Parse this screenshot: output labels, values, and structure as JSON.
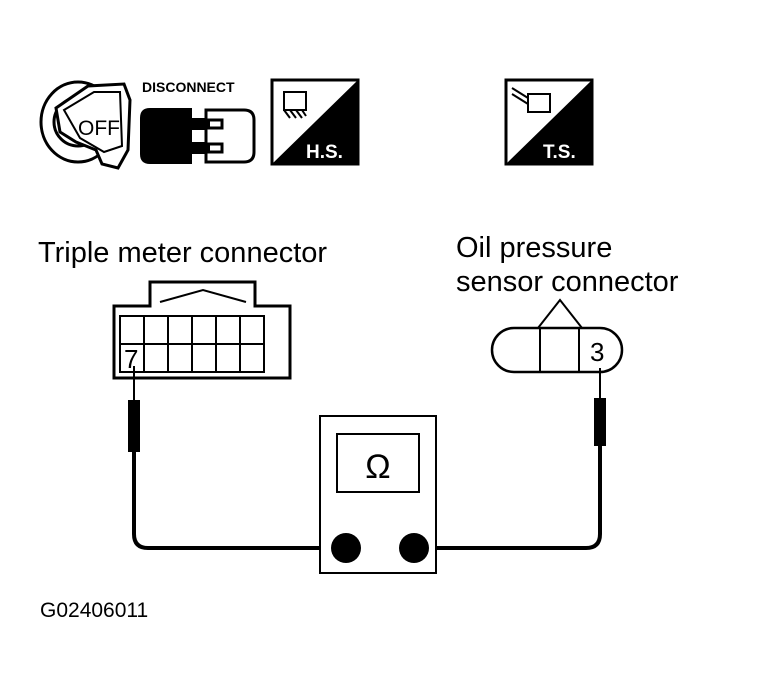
{
  "icons": {
    "ignition_label": "OFF",
    "disconnect_label": "DISCONNECT",
    "harness_side_label": "H.S.",
    "terminal_side_label": "T.S."
  },
  "triple_meter": {
    "title": "Triple meter connector",
    "pin_label": "7"
  },
  "oil_sensor": {
    "title_line1": "Oil pressure",
    "title_line2": "sensor connector",
    "pin_label": "3"
  },
  "ohmmeter": {
    "symbol": "Ω"
  },
  "figure_id": "G02406011"
}
